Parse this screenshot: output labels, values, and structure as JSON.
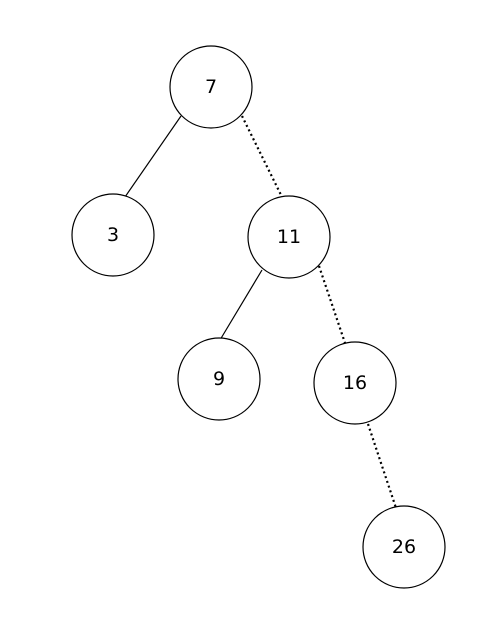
{
  "diagram": {
    "type": "binary-search-tree",
    "colors": {
      "background": "#ffffff",
      "node_fill": "#ffffff",
      "node_stroke": "#000000",
      "edge": "#000000"
    },
    "nodes": [
      {
        "id": "n7",
        "label": "7"
      },
      {
        "id": "n3",
        "label": "3"
      },
      {
        "id": "n11",
        "label": "11"
      },
      {
        "id": "n9",
        "label": "9"
      },
      {
        "id": "n16",
        "label": "16"
      },
      {
        "id": "n26",
        "label": "26"
      }
    ],
    "edges": [
      {
        "from": "7",
        "to": "3",
        "style": "solid"
      },
      {
        "from": "7",
        "to": "11",
        "style": "dotted"
      },
      {
        "from": "11",
        "to": "9",
        "style": "solid"
      },
      {
        "from": "11",
        "to": "16",
        "style": "dotted"
      },
      {
        "from": "16",
        "to": "26",
        "style": "dotted"
      }
    ]
  }
}
